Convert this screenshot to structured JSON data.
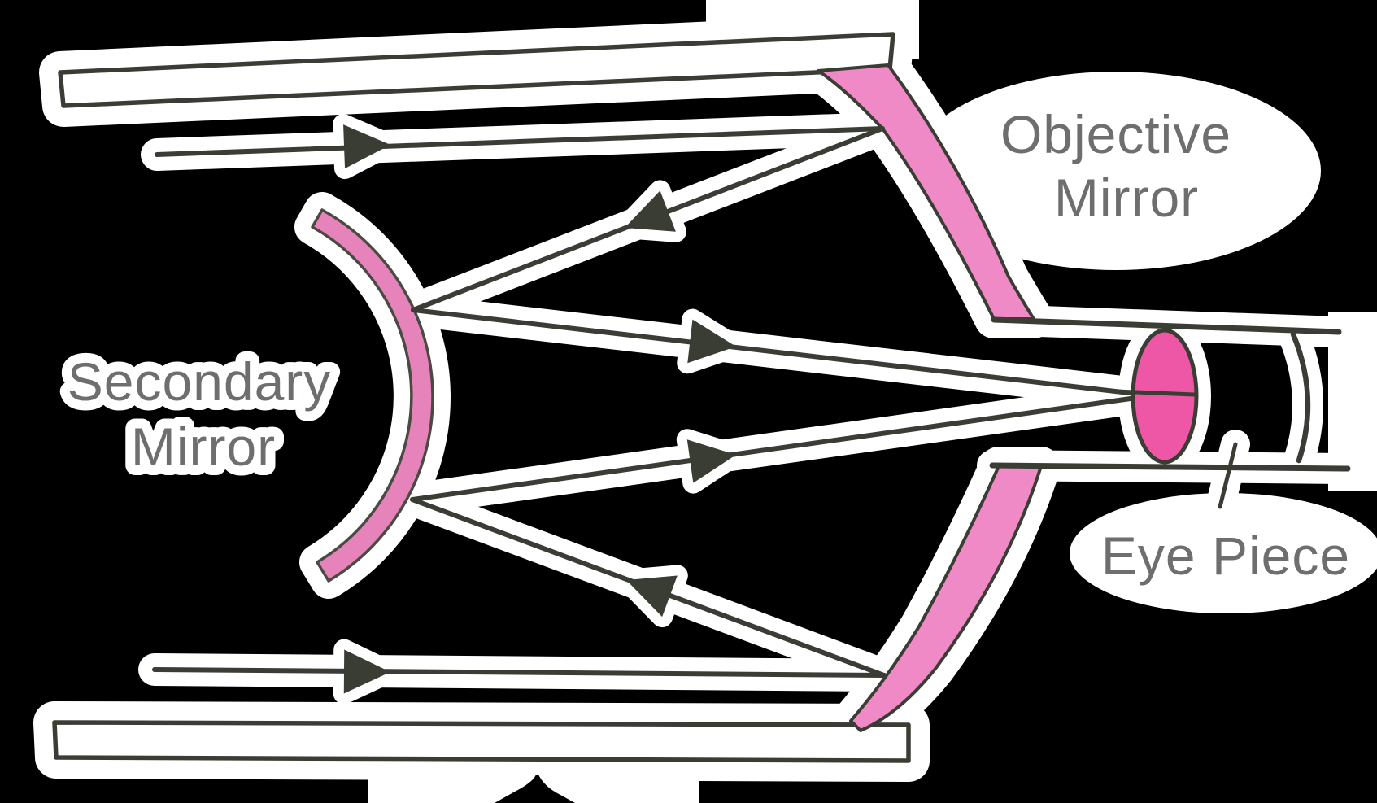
{
  "labels": {
    "objective_mirror": {
      "line1": "Objective",
      "line2": "Mirror"
    },
    "secondary_mirror": {
      "line1": "Secondary",
      "line2": "Mirror"
    },
    "eye_piece": {
      "text": "Eye Piece"
    }
  },
  "colors": {
    "background": "#000000",
    "paper": "#ffffff",
    "line": "#3a3d34",
    "objective_pink": "#ef8ac6",
    "secondary_pink": "#e583ba",
    "lens_pink": "#ee57a5",
    "label": "#6e6e6e"
  }
}
